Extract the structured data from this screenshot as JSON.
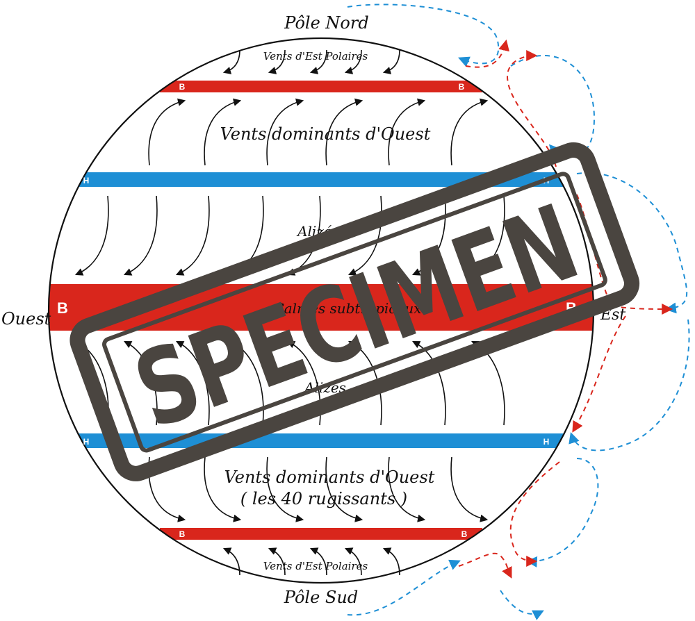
{
  "labels": {
    "north_pole": "Pôle Nord",
    "south_pole": "Pôle Sud",
    "west": "Ouest",
    "east": "Est",
    "polar_easterlies_north": "Vents d'Est Polaires",
    "polar_easterlies_south": "Vents d'Est Polaires",
    "westerlies_north": "Vents dominants d'Ouest",
    "westerlies_south": "Vents dominants d'Ouest",
    "roaring_forties": "( les 40 rugissants )",
    "trades_north": "Alizés",
    "trades_south": "Alizés",
    "calms": "Calmes subtropicaux",
    "low": "B",
    "high": "H"
  },
  "stamp": {
    "text": "SPECIMEN",
    "color": "#4a4540"
  },
  "colors": {
    "low_pressure": "#d9261c",
    "high_pressure": "#1e8fd5",
    "arrows": "#111111",
    "outline": "#111111"
  }
}
